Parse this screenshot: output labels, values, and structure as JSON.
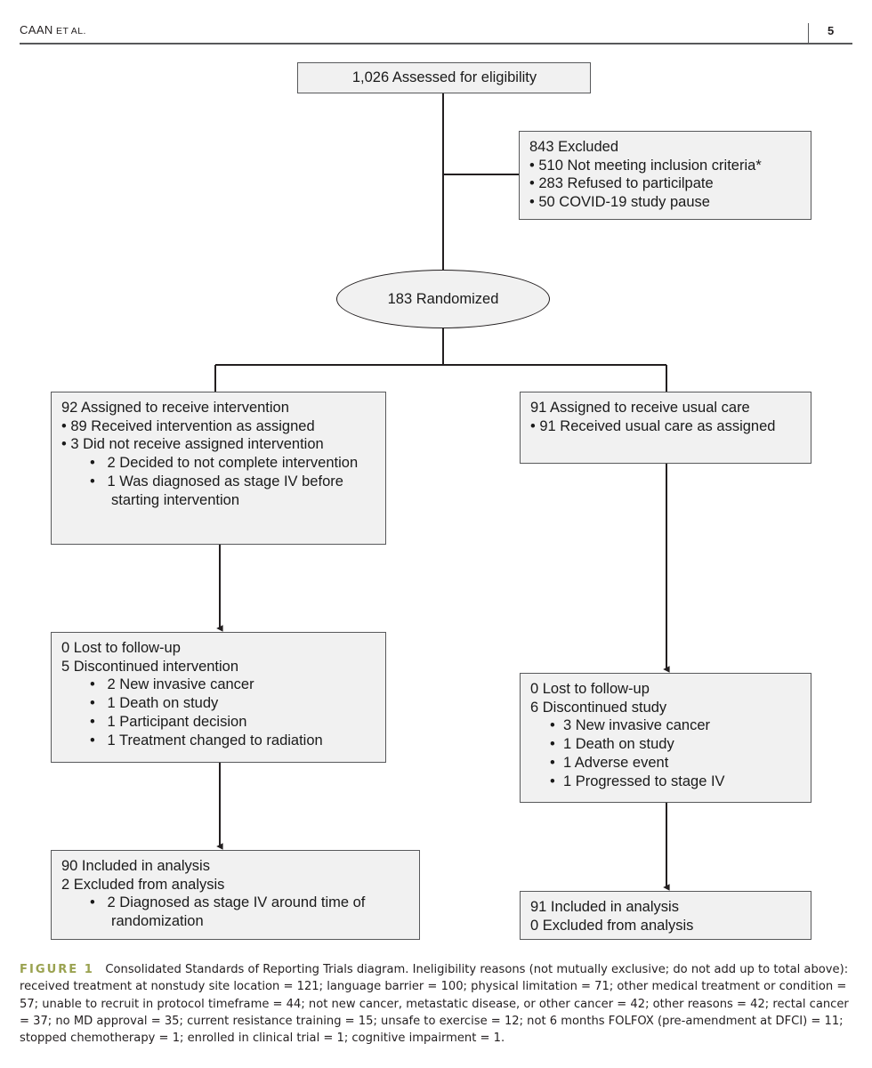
{
  "running_head": {
    "author": "CAAN",
    "author_suffix": "ET AL.",
    "page_number": "5"
  },
  "colors": {
    "box_fill": "#f1f1f1",
    "box_border": "#58595b",
    "ellipse_border": "#231f20",
    "connector": "#231f20",
    "figure_label": "#9aa250",
    "text": "#1a1a1a",
    "rule": "#58595b"
  },
  "diagram": {
    "type": "consort-flow",
    "nodes": {
      "assessed": {
        "lines": [
          {
            "text": "1,026 Assessed for eligibility",
            "level": 0,
            "align": "center"
          }
        ]
      },
      "excluded": {
        "lines": [
          {
            "text": "843 Excluded",
            "level": 0
          },
          {
            "text": "• 510 Not meeting inclusion criteria*",
            "level": 1
          },
          {
            "text": "• 283 Refused to particilpate",
            "level": 1
          },
          {
            "text": "• 50 COVID-19 study pause",
            "level": 1
          }
        ]
      },
      "randomized": {
        "label": "183 Randomized"
      },
      "assigned_intervention": {
        "lines": [
          {
            "text": "92 Assigned to receive intervention",
            "level": 0
          },
          {
            "text": "• 89 Received intervention as assigned",
            "level": 1
          },
          {
            "text": "• 3 Did not receive assigned intervention",
            "level": 1
          },
          {
            "text": "•   2 Decided to not complete intervention",
            "level": 2
          },
          {
            "text": "•   1 Was diagnosed as stage IV before starting intervention",
            "level": 2
          }
        ]
      },
      "assigned_usual_care": {
        "lines": [
          {
            "text": "91 Assigned to receive usual care",
            "level": 0
          },
          {
            "text": "• 91 Received usual care as assigned",
            "level": 1
          }
        ]
      },
      "followup_intervention": {
        "lines": [
          {
            "text": "0 Lost to follow-up",
            "level": 0
          },
          {
            "text": "5 Discontinued intervention",
            "level": 0
          },
          {
            "text": "•   2 New invasive cancer",
            "level": 2
          },
          {
            "text": "•   1 Death on study",
            "level": 2
          },
          {
            "text": "•   1 Participant decision",
            "level": 2
          },
          {
            "text": "•   1 Treatment changed to radiation",
            "level": 2
          }
        ]
      },
      "followup_usual_care": {
        "lines": [
          {
            "text": "0 Lost to follow-up",
            "level": 0
          },
          {
            "text": "6 Discontinued study",
            "level": 0
          },
          {
            "text": "•  3 New invasive cancer",
            "level": 3
          },
          {
            "text": "•  1 Death on study",
            "level": 3
          },
          {
            "text": "•  1 Adverse event",
            "level": 3
          },
          {
            "text": "•  1 Progressed to stage IV",
            "level": 3
          }
        ]
      },
      "analysis_intervention": {
        "lines": [
          {
            "text": "90 Included in analysis",
            "level": 0
          },
          {
            "text": "2 Excluded from analysis",
            "level": 0
          },
          {
            "text": "•   2 Diagnosed as stage IV around time of randomization",
            "level": 2
          }
        ]
      },
      "analysis_usual_care": {
        "lines": [
          {
            "text": "91 Included in analysis",
            "level": 0
          },
          {
            "text": "0 Excluded from analysis",
            "level": 0
          }
        ]
      }
    }
  },
  "caption": {
    "label": "FIGURE 1",
    "body": "Consolidated Standards of Reporting Trials diagram. Ineligibility reasons (not mutually exclusive; do not add up to total above): received treatment at nonstudy site location = 121; language barrier = 100; physical limitation = 71; other medical treatment or condition = 57; unable to recruit in protocol timeframe = 44; not new cancer, metastatic disease, or other cancer = 42; other reasons = 42; rectal cancer = 37; no MD approval = 35; current resistance training = 15; unsafe to exercise = 12; not 6 months FOLFOX (pre-amendment at DFCI) = 11; stopped chemotherapy = 1; enrolled in clinical trial = 1; cognitive impairment = 1."
  }
}
